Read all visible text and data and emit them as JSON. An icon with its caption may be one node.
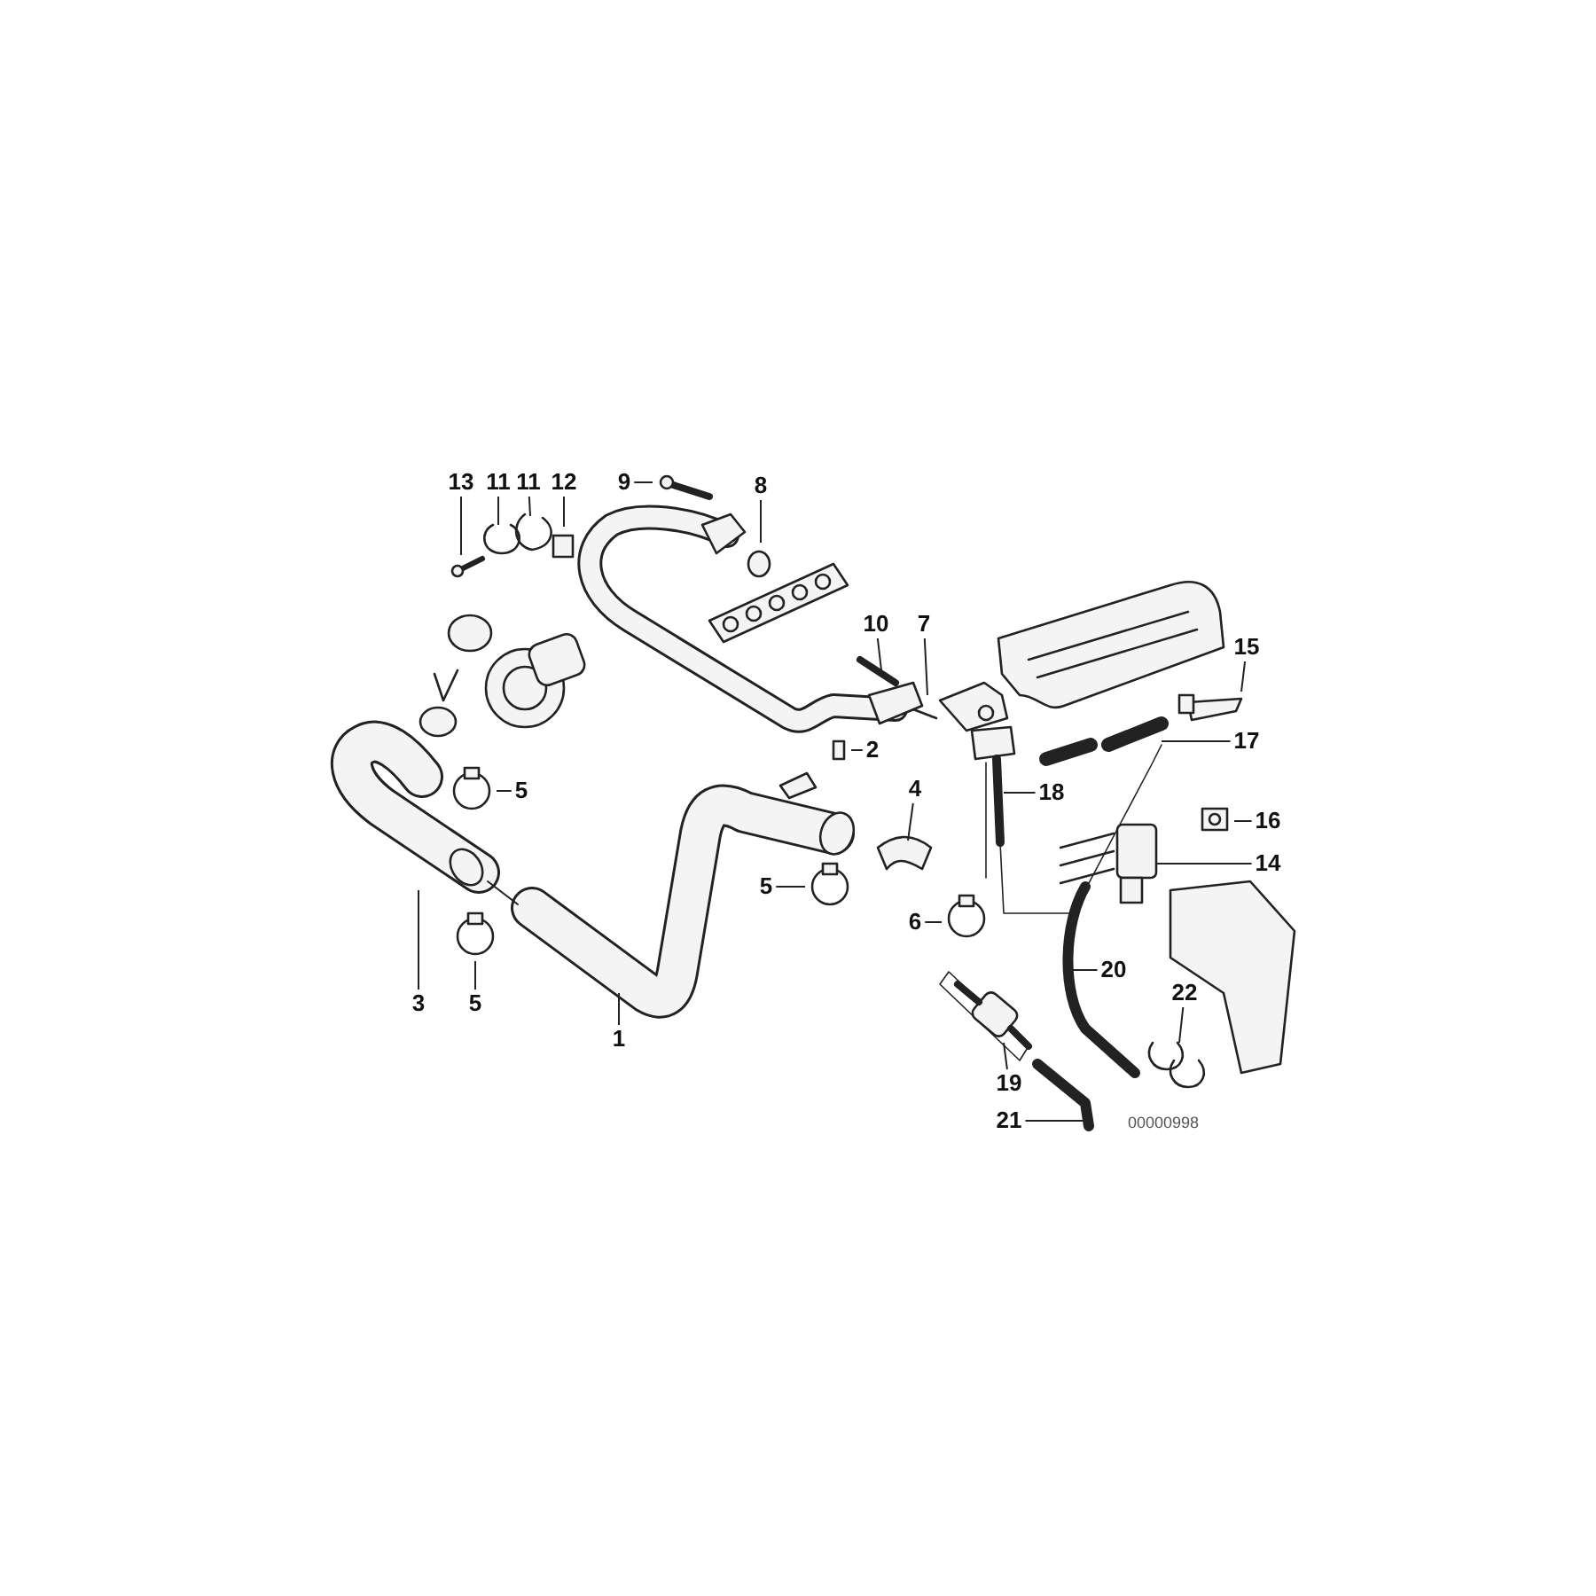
{
  "diagram": {
    "nodes": [
      {
        "text": [
          "13"
        ]
      },
      {
        "text": [
          "11"
        ]
      },
      {
        "text": [
          "11"
        ]
      },
      {
        "text": [
          "12"
        ]
      },
      {
        "text": [
          "9"
        ]
      },
      {
        "text": [
          "8"
        ]
      },
      {
        "text": [
          "10"
        ]
      },
      {
        "text": [
          "7"
        ]
      },
      {
        "text": [
          "15"
        ]
      },
      {
        "text": [
          "2"
        ]
      },
      {
        "text": [
          "17"
        ]
      },
      {
        "text": [
          "5"
        ]
      },
      {
        "text": [
          "4"
        ]
      },
      {
        "text": [
          "18"
        ]
      },
      {
        "text": [
          "16"
        ]
      },
      {
        "text": [
          "5"
        ]
      },
      {
        "text": [
          "14"
        ]
      },
      {
        "text": [
          "6"
        ]
      },
      {
        "text": [
          "3"
        ]
      },
      {
        "text": [
          "5"
        ]
      },
      {
        "text": [
          "1"
        ]
      },
      {
        "text": [
          "20"
        ]
      },
      {
        "text": [
          "22"
        ]
      },
      {
        "text": [
          "19"
        ]
      },
      {
        "text": [
          "21"
        ]
      }
    ],
    "edges": [
      {
        "from": 0,
        "to": null,
        "arrow": "none"
      },
      {
        "from": 1,
        "to": null,
        "arrow": "none"
      },
      {
        "from": 2,
        "to": null,
        "arrow": "none"
      },
      {
        "from": 3,
        "to": null,
        "arrow": "none"
      },
      {
        "from": 4,
        "to": null,
        "arrow": "none"
      },
      {
        "from": 5,
        "to": null,
        "arrow": "none"
      },
      {
        "from": 6,
        "to": null,
        "arrow": "none"
      },
      {
        "from": 7,
        "to": null,
        "arrow": "none"
      },
      {
        "from": 8,
        "to": null,
        "arrow": "none"
      },
      {
        "from": 9,
        "to": null,
        "arrow": "none"
      },
      {
        "from": 10,
        "to": null,
        "arrow": "none"
      },
      {
        "from": 11,
        "to": null,
        "arrow": "none"
      },
      {
        "from": 12,
        "to": null,
        "arrow": "none"
      },
      {
        "from": 13,
        "to": null,
        "arrow": "none"
      },
      {
        "from": 14,
        "to": null,
        "arrow": "none"
      },
      {
        "from": 15,
        "to": null,
        "arrow": "none"
      },
      {
        "from": 16,
        "to": null,
        "arrow": "none"
      },
      {
        "from": 17,
        "to": null,
        "arrow": "none"
      },
      {
        "from": 18,
        "to": null,
        "arrow": "none"
      },
      {
        "from": 19,
        "to": null,
        "arrow": "none"
      },
      {
        "from": 20,
        "to": null,
        "arrow": "none"
      },
      {
        "from": 21,
        "to": null,
        "arrow": "none"
      },
      {
        "from": 22,
        "to": null,
        "arrow": "none"
      },
      {
        "from": 23,
        "to": null,
        "arrow": "none"
      },
      {
        "from": 24,
        "to": null,
        "arrow": "none"
      }
    ],
    "labels": [
      "00000998"
    ]
  }
}
